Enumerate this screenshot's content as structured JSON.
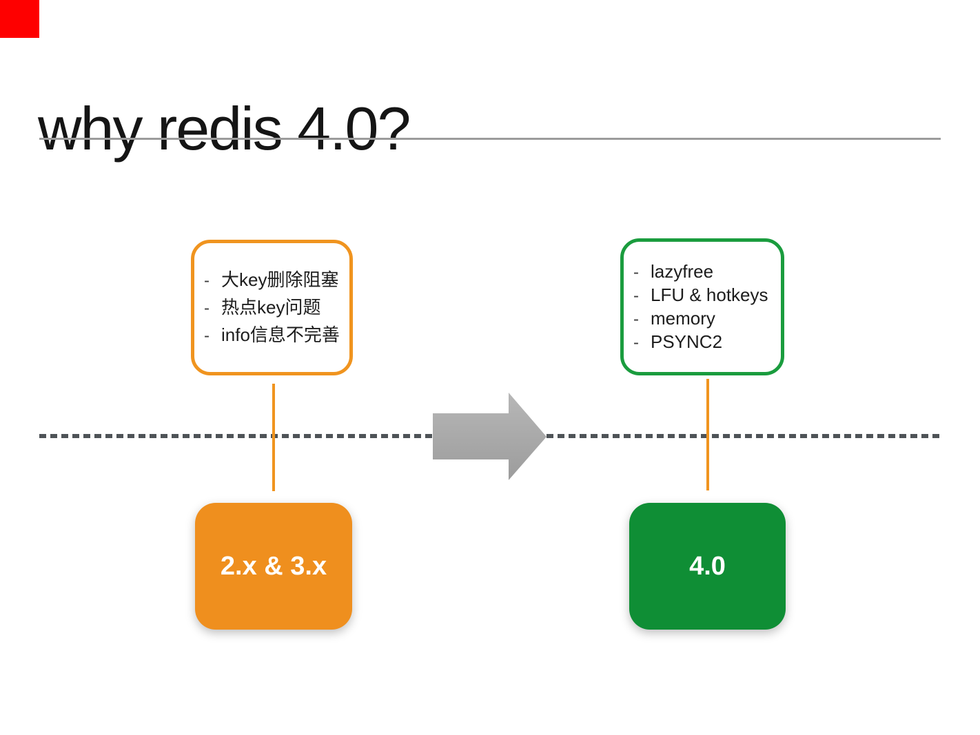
{
  "title": "why redis 4.0?",
  "bullet": "-",
  "colors": {
    "corner_marker": "#fe0000",
    "title_rule": "#9b9b9b",
    "timeline_dash": "#4e5357",
    "connector": "#f0941f",
    "arrow_gray": "#aaaaaa"
  },
  "old_version": {
    "box_label": "2.x & 3.x",
    "box_color": "#ef8f1e",
    "callout_border_color": "#f0941f",
    "issues": [
      "大key删除阻塞",
      "热点key问题",
      "info信息不完善"
    ]
  },
  "new_version": {
    "box_label": "4.0",
    "box_color": "#0f8e35",
    "callout_border_color": "#1a9c3e",
    "features": [
      "lazyfree",
      "LFU & hotkeys",
      "memory",
      "PSYNC2"
    ]
  }
}
